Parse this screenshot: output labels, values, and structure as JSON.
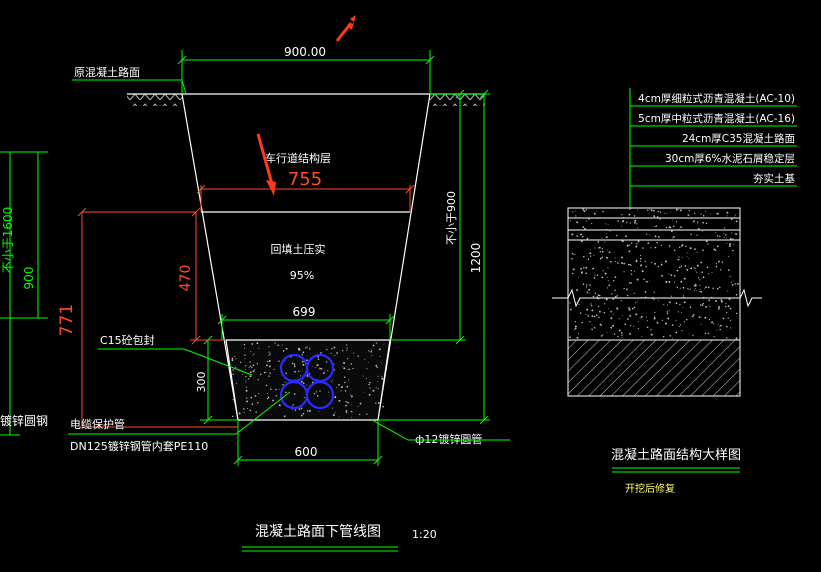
{
  "colors": {
    "background": "#000000",
    "line": "#ffffff",
    "dim_green": "#00ff00",
    "dim_red": "#ff4a2a",
    "arrow_red": "#ff3a1a",
    "pipe_blue": "#2a2aff",
    "leader_cyan": "#00c8ff",
    "label_yellow": "#ffff66",
    "stipple": "#cccccc"
  },
  "section": {
    "top_width": "900.00",
    "layer_label": "车行道结构层",
    "layer_dim_red": "755",
    "backfill_label": "回填土压实",
    "backfill_pct": "95%",
    "dim_470": "470",
    "dim_771": "771",
    "encasement_width": "699",
    "base_width": "600",
    "dim_300": "300",
    "dim_1200": "1200",
    "dim_900_min": "不小于900",
    "left_dim_900": "900",
    "left_dim_1600": "不小于1600"
  },
  "labels": {
    "original_road": "原混凝土路面",
    "c15": "C15砼包封",
    "cable_protect": "电缆保护管",
    "dn125": "DN125镀锌钢管内套PE110",
    "phi12": "ф12镀锌圆管",
    "left_cut": "镀锌圆钢"
  },
  "titles": {
    "main_title": "混凝土路面下管线图",
    "main_scale": "1:20",
    "detail_title": "混凝土路面结构大样图",
    "detail_sub": "开挖后修复"
  },
  "detail_layers": [
    "4cm厚细粒式沥青混凝土(AC-10)",
    "5cm厚中粒式沥青混凝土(AC-16)",
    "24cm厚C35混凝土路面",
    "30cm厚6%水泥石屑稳定层",
    "夯实土基"
  ]
}
